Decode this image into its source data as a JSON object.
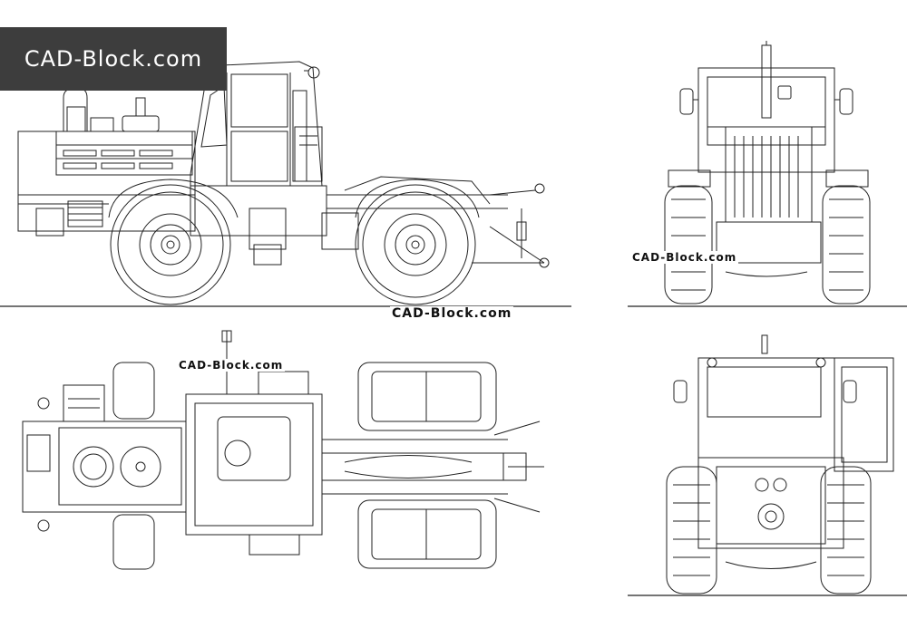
{
  "brand_badge": {
    "text": "CAD-Block.com",
    "bg_color": "#3d3d3d",
    "text_color": "#ffffff"
  },
  "watermarks": {
    "side": "CAD-Block.com",
    "front": "CAD-Block.com",
    "top": "CAD-Block.com"
  },
  "views": [
    "side-elevation",
    "front-elevation",
    "plan-top",
    "rear-elevation"
  ],
  "line_color": "#222222"
}
